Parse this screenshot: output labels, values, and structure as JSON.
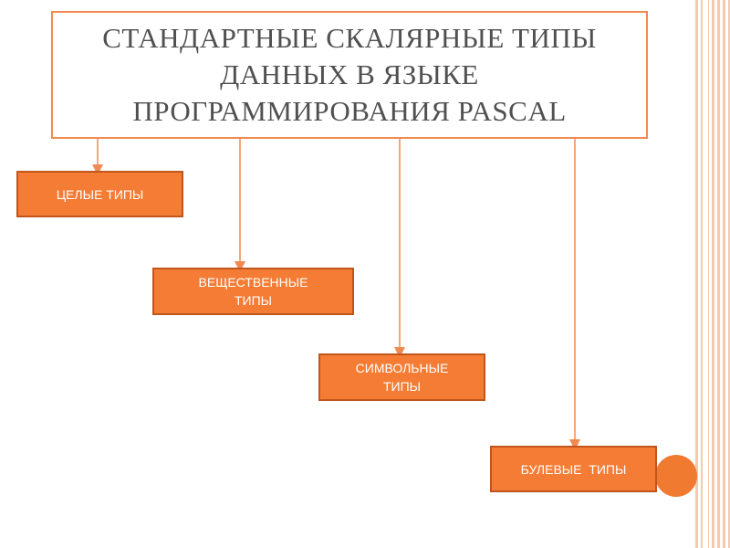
{
  "title": {
    "line1": "СТАНДАРТНЫЕ СКАЛЯРНЫЕ ТИПЫ",
    "line2": "ДАННЫХ В ЯЗЫКЕ",
    "line3": "ПРОГРАММИРОВАНИЯ PASCAL"
  },
  "nodes": {
    "integer": {
      "label": "ЦЕЛЫЕ ТИПЫ"
    },
    "real": {
      "line1": "ВЕЩЕСТВЕННЫЕ",
      "line2": "ТИПЫ"
    },
    "char": {
      "line1": "СИМВОЛЬНЫЕ",
      "line2": "ТИПЫ"
    },
    "boolean": {
      "label": "БУЛЕВЫЕ  ТИПЫ"
    }
  },
  "colors": {
    "accent": "#f47c34",
    "border": "#c0561c",
    "connector": "#f08a50",
    "title_text": "#505050"
  }
}
